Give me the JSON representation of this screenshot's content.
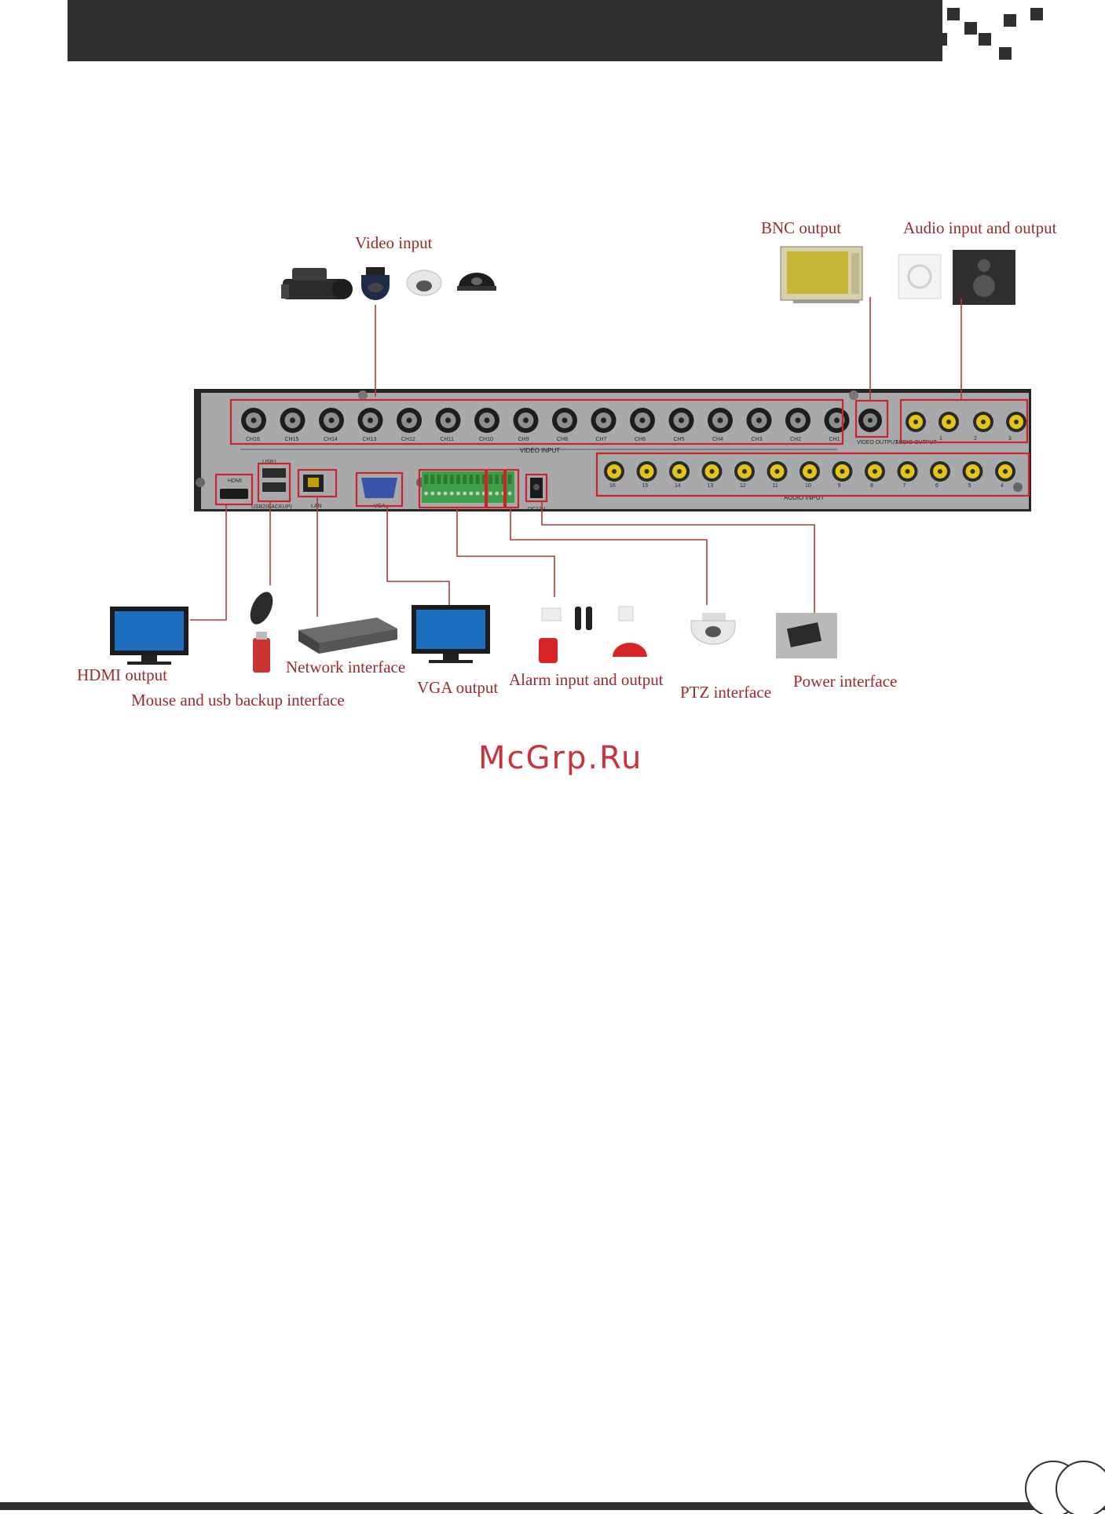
{
  "labels": {
    "video_input": "Video input",
    "bnc_output": "BNC output",
    "audio_io": "Audio input and output",
    "hdmi_output": "HDMI output",
    "mouse_usb": "Mouse and usb backup interface",
    "network": "Network interface",
    "vga_output": "VGA output",
    "alarm_io": "Alarm input and output",
    "ptz": "PTZ interface",
    "power": "Power interface"
  },
  "panel": {
    "channels": [
      "CH16",
      "CH15",
      "CH14",
      "CH13",
      "CH12",
      "CH11",
      "CH10",
      "CH9",
      "CH8",
      "CH7",
      "CH6",
      "CH5",
      "CH4",
      "CH3",
      "CH2",
      "CH1"
    ],
    "video_input": "VIDEO INPUT",
    "video_output": "VIDEO OUTPUT",
    "audio_output": "AUDIO OUTPUT",
    "audio_input": "AUDIO INPUT",
    "audio_top_nums": [
      "1",
      "2",
      "3"
    ],
    "audio_bottom_nums": [
      "16",
      "15",
      "14",
      "13",
      "12",
      "11",
      "10",
      "9",
      "8",
      "7",
      "6",
      "5",
      "4"
    ],
    "hdmi": "HDMI",
    "usb1": "USB1",
    "usb2_backup": "USB2(BACKUP)",
    "lan": "LAN",
    "vga": "VGA",
    "dc": "DC12V"
  },
  "watermark": "McGrp.Ru"
}
